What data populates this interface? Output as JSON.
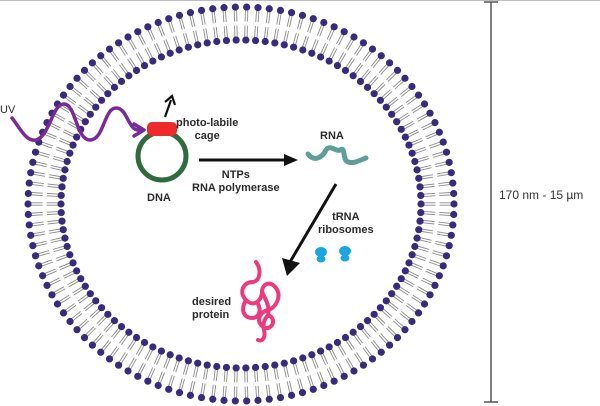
{
  "diagram": {
    "title": "Cell-free protein expression inside a lipid vesicle triggered by UV light",
    "colors": {
      "lipid_head": "#3a2a7c",
      "lipid_tail": "#8c8c8c",
      "uv_wave": "#7a2a96",
      "dna_ring": "#2f6b3c",
      "cage": "#ee2b2b",
      "rna": "#5e9e98",
      "ribosome": "#1aa6e0",
      "protein": "#ec3a7c",
      "arrow": "#111111",
      "scale_bar": "#555555",
      "text": "#2b2b2b"
    },
    "labels": {
      "uv": "UV",
      "cage_line1": "photo-labile",
      "cage_line2": "cage",
      "dna": "DNA",
      "transcription_line1": "NTPs",
      "transcription_line2": "RNA polymerase",
      "rna": "RNA",
      "translation_line1": "tRNA",
      "translation_line2": "ribosomes",
      "protein_line1": "desired",
      "protein_line2": "protein",
      "scale": "170 nm - 15 µm"
    },
    "nodes": [
      {
        "id": "uv",
        "label": "UV"
      },
      {
        "id": "dna",
        "label": "DNA",
        "modifier": "photo-labile cage"
      },
      {
        "id": "rna",
        "label": "RNA"
      },
      {
        "id": "protein",
        "label": "desired protein"
      }
    ],
    "edges": [
      {
        "from": "uv",
        "to": "dna",
        "meaning": "UV light removes photo-labile cage"
      },
      {
        "from": "dna",
        "to": "rna",
        "label": "NTPs RNA polymerase"
      },
      {
        "from": "rna",
        "to": "protein",
        "label": "tRNA ribosomes"
      }
    ],
    "membrane": {
      "type": "lipid bilayer vesicle",
      "size_range": "170 nm - 15 µm"
    }
  }
}
